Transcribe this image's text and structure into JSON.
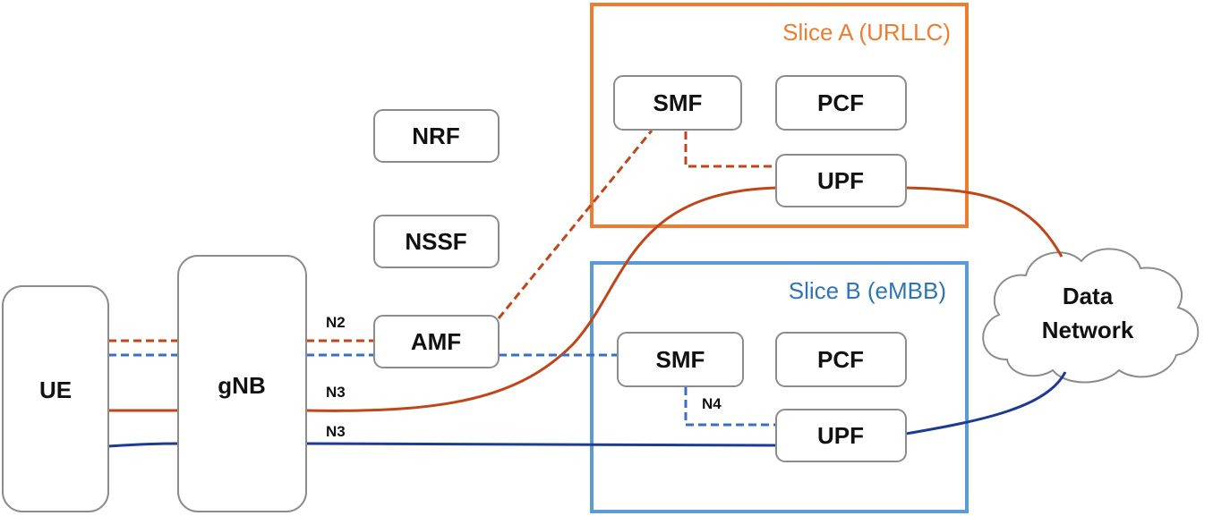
{
  "nodes": {
    "ue": "UE",
    "gnb": "gNB",
    "nrf": "NRF",
    "nssf": "NSSF",
    "amf": "AMF",
    "smf_a": "SMF",
    "pcf_a": "PCF",
    "upf_a": "UPF",
    "smf_b": "SMF",
    "pcf_b": "PCF",
    "upf_b": "UPF",
    "dn_line1": "Data",
    "dn_line2": "Network"
  },
  "slices": {
    "a": {
      "title": "Slice A (URLLC)",
      "color": "#ed7d31"
    },
    "b": {
      "title": "Slice B (eMBB)",
      "color": "#5b9bd5"
    }
  },
  "interfaces": {
    "n2": "N2",
    "n3_a": "N3",
    "n3_b": "N3",
    "n4": "N4"
  },
  "line_colors": {
    "slice_a": "#c0461a",
    "slice_b_control": "#3a6fc4",
    "slice_b_user": "#1f3a93"
  }
}
